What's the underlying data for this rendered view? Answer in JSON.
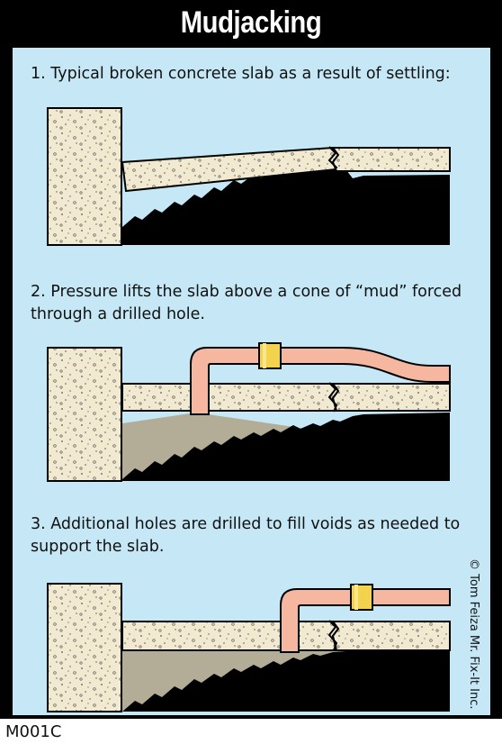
{
  "title": "Mudjacking",
  "steps": [
    {
      "caption": "1. Typical broken concrete slab as a result of settling:"
    },
    {
      "caption": "2. Pressure lifts the slab above a cone of “mud” forced through a drilled hole."
    },
    {
      "caption": "3.  Additional holes are drilled to fill voids as needed to support the slab."
    }
  ],
  "credit": "© Tom Feiza Mr. Fix-It Inc.",
  "code": "M001C",
  "colors": {
    "background": "#c6e8f6",
    "concrete": "#f2ead0",
    "soil": "#000000",
    "mud": "#b3ad98",
    "pipe": "#f6b7a0",
    "coupling": "#f3d24e"
  }
}
